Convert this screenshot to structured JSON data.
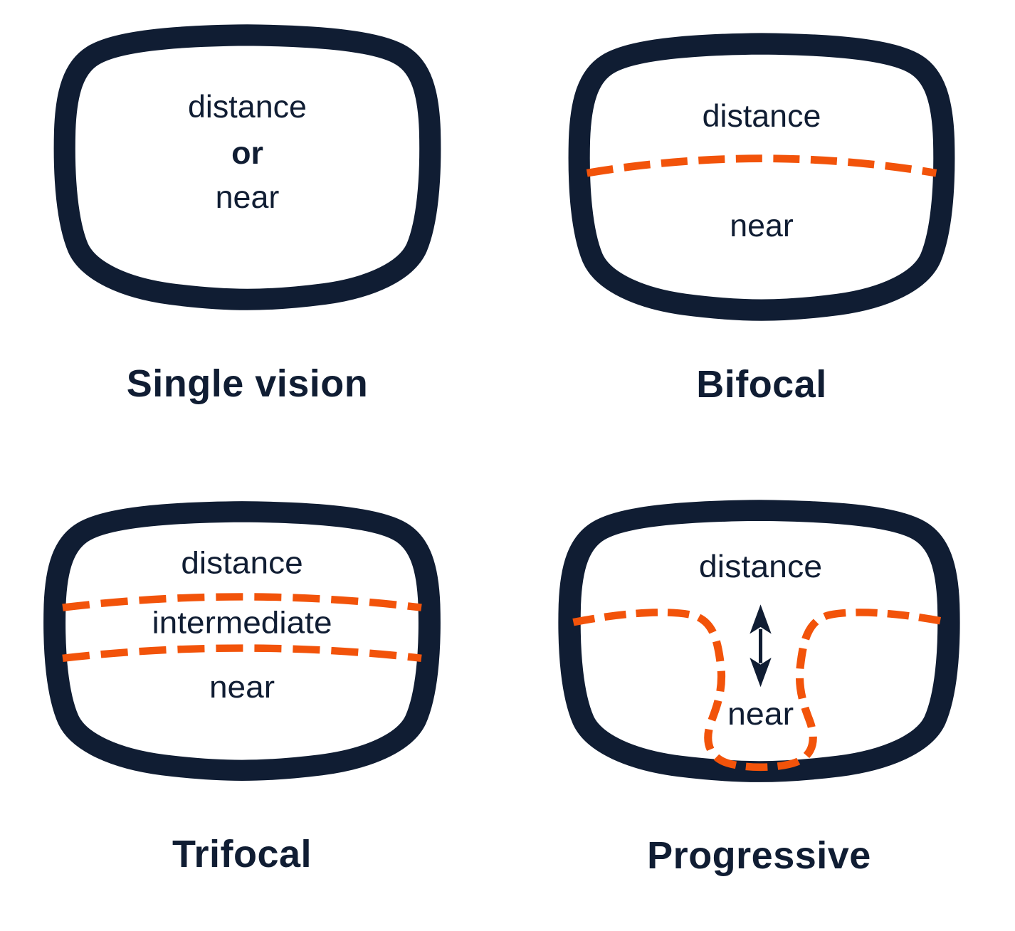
{
  "colors": {
    "frame_navy": "#101D33",
    "text_navy": "#101D33",
    "zone_orange": "#F2530A",
    "background": "#FFFFFF"
  },
  "panels": [
    {
      "caption": "Single vision",
      "zones": [
        {
          "label": "distance"
        },
        {
          "label": "or"
        },
        {
          "label": "near"
        }
      ]
    },
    {
      "caption": "Bifocal",
      "zones": [
        {
          "label": "distance"
        },
        {
          "label": "near"
        }
      ],
      "divider_style": "dashed"
    },
    {
      "caption": "Trifocal",
      "zones": [
        {
          "label": "distance"
        },
        {
          "label": "intermediate"
        },
        {
          "label": "near"
        }
      ],
      "divider_style": "dashed"
    },
    {
      "caption": "Progressive",
      "zones": [
        {
          "label": "distance"
        },
        {
          "label": "near"
        }
      ],
      "icon": "vertical-double-arrow-icon",
      "divider_style": "dashed"
    }
  ]
}
